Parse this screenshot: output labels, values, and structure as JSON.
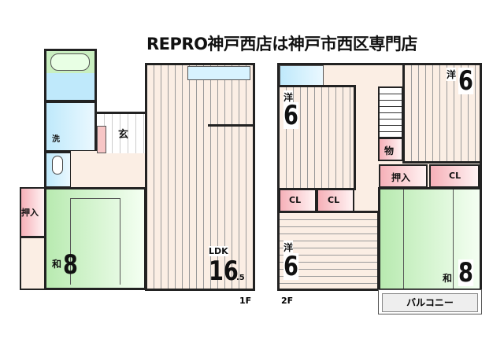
{
  "title": "REPRO神戸西店は神戸市西区専門店",
  "floor1": {
    "label": "1F",
    "entrance": "玄",
    "washroom": "洗",
    "closet": "押入",
    "japanese_room": {
      "type": "和",
      "size": "8"
    },
    "ldk": {
      "type": "LDK",
      "size": "16",
      "size_fraction": ".5"
    }
  },
  "floor2": {
    "label": "2F",
    "room_left_top": {
      "type": "洋",
      "size": "6"
    },
    "room_right_top": {
      "type": "洋",
      "size": "6"
    },
    "room_left_bottom": {
      "type": "洋",
      "size": "6"
    },
    "japanese_room": {
      "type": "和",
      "size": "8"
    },
    "closet1": "CL",
    "closet2": "CL",
    "closet3": "CL",
    "oshiire": "押入",
    "storage": "物",
    "balcony": "バルコニー"
  }
}
